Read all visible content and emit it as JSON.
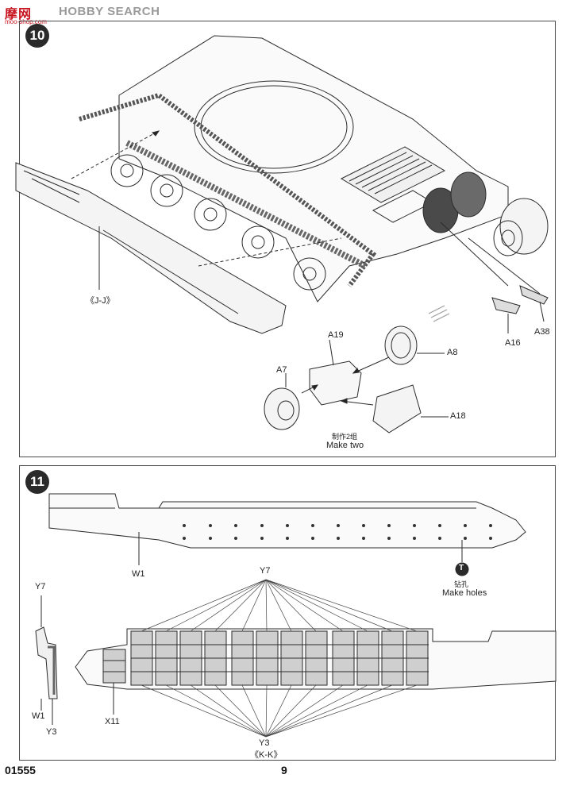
{
  "watermark": {
    "site_cn": "摩网",
    "site_en": "HOBBY SEARCH",
    "url": "moo-shop.com"
  },
  "step10": {
    "number": "10",
    "parts": {
      "jj": "《J-J》",
      "a16": "A16",
      "a38": "A38",
      "a19": "A19",
      "a8": "A8",
      "a7": "A7",
      "a18": "A18"
    },
    "note_cn": "制作2组",
    "note_en": "Make two"
  },
  "step11": {
    "number": "11",
    "parts": {
      "w1_top": "W1",
      "y7_top": "Y7",
      "y7_left": "Y7",
      "w1_left": "W1",
      "y3_left": "Y3",
      "x11": "X11",
      "y3_bottom": "Y3",
      "kk": "《K-K》"
    },
    "hole_icon": "T",
    "hole_cn": "钻孔",
    "hole_en": "Make holes"
  },
  "footer": {
    "code": "01555",
    "page": "9"
  }
}
